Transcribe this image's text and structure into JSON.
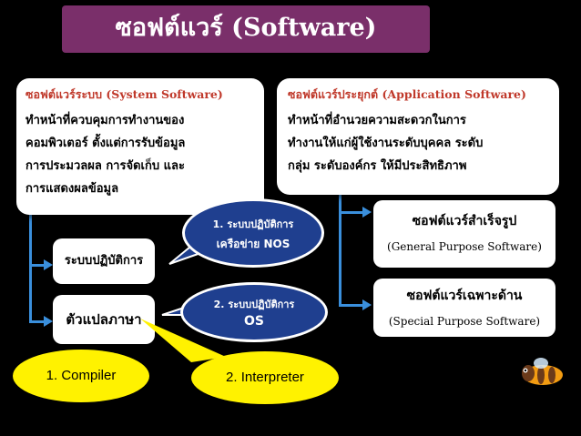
{
  "title": "ซอฟต์แวร์ (Software)",
  "system_software": {
    "heading": "ซอฟต์แวร์ระบบ (System Software)",
    "lines": [
      "ทำหน้าที่ควบคุมการทำงานของ",
      "คอมพิวเตอร์ ตั้งแต่การรับข้อมูล",
      "การประมวลผล การจัดเก็บ และ",
      "การแสดงผลข้อมูล"
    ]
  },
  "application_software": {
    "heading": "ซอฟต์แวร์ประยุกต์ (Application Software)",
    "lines": [
      "ทำหน้าที่อำนวยความสะดวกในการ",
      "ทำงานให้แก่ผู้ใช้งานระดับบุคคล ระดับ",
      "กลุ่ม ระดับองค์กร  ให้มีประสิทธิภาพ"
    ]
  },
  "left_items": {
    "os": "ระบบปฏิบัติการ",
    "translator": "ตัวแปลภาษา"
  },
  "bubbles": {
    "nos_line1": "1. ระบบปฏิบัติการ",
    "nos_line2": "เครือข่าย NOS",
    "os_line1": "2. ระบบปฏิบัติการ",
    "os_line2": "OS"
  },
  "translators": {
    "compiler": "1. Compiler",
    "interpreter": "2. Interpreter"
  },
  "right_items": {
    "general_th": "ซอฟต์แวร์สำเร็จรูป",
    "general_en": "(General Purpose Software)",
    "special_th": "ซอฟต์แวร์เฉพาะด้าน",
    "special_en": "(Special Purpose Software)"
  },
  "colors": {
    "accent": "#3a8fdc",
    "title_bg": "#7a2f6a",
    "bubble_bg": "#1f3f8f",
    "callout": "#fff200",
    "heading_red": "#c0392b"
  },
  "icons": {
    "mascot": "bee-mascot-icon"
  }
}
